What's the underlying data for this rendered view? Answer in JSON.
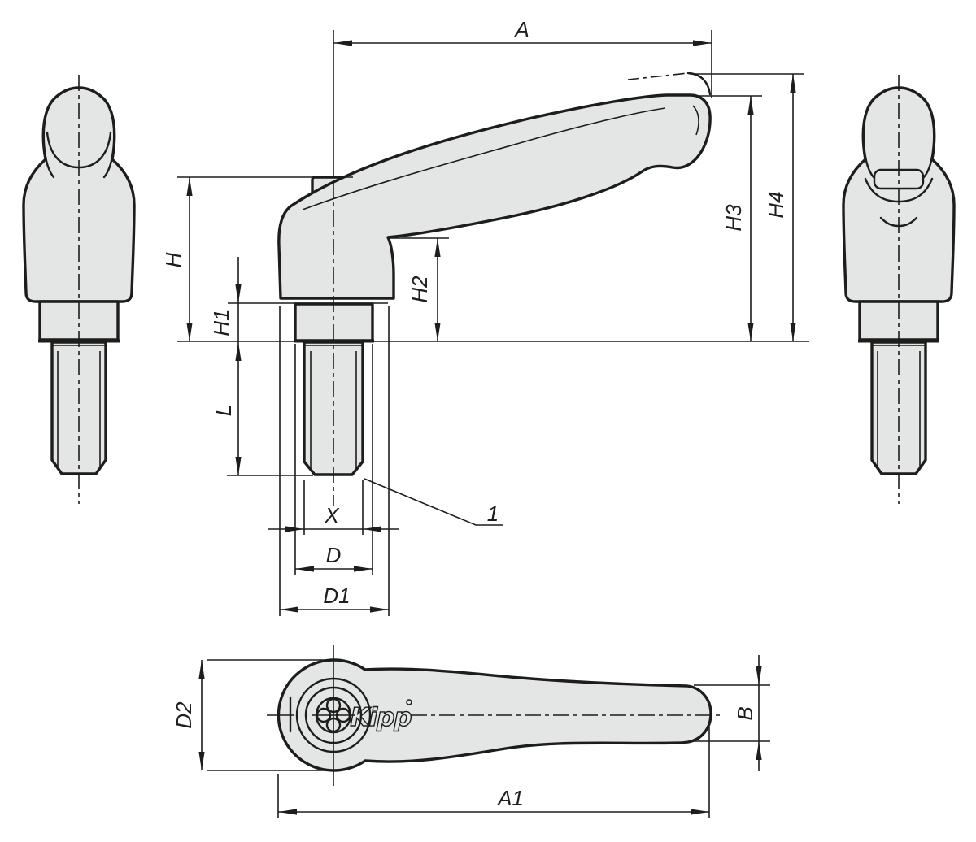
{
  "colors": {
    "outline": "#1d1d1b",
    "fill": "#e4e6e5",
    "background": "#ffffff"
  },
  "labels": {
    "a": "A",
    "h": "H",
    "h1": "H1",
    "h2": "H2",
    "h3": "H3",
    "h4": "H4",
    "l": "L",
    "x": "X",
    "d": "D",
    "d1": "D1",
    "d2": "D2",
    "b": "B",
    "a1": "A1",
    "callout1": "1",
    "logo": "Kipp"
  }
}
